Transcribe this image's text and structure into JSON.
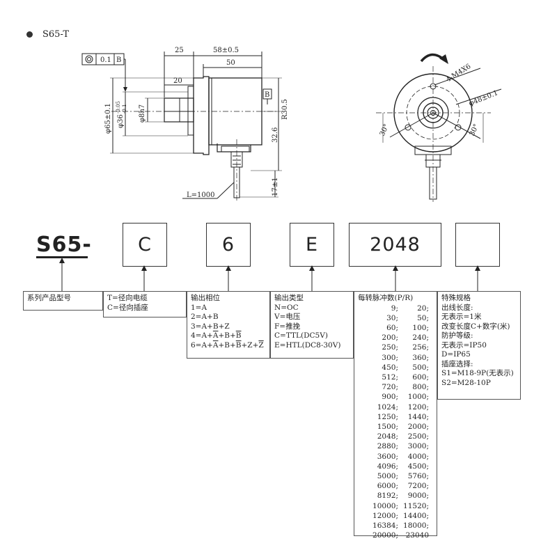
{
  "model": "S65-T",
  "side_view": {
    "tolerance_frame": "0.1",
    "datum_b": "B",
    "dim_25": "25",
    "dim_58": "58±0.5",
    "dim_50": "50",
    "dim_20": "20",
    "dim_d65": "φ65±0.1",
    "dim_d36": "φ36",
    "dim_d36_tol_upper": "-0.05",
    "dim_d36_tol_lower": "-0.1",
    "dim_d8h7": "φ8h7",
    "dim_r30": "R30.5",
    "dim_32": "32.6",
    "dim_17": "17±1",
    "cable_len": "L=1000"
  },
  "front_view": {
    "thread": "4-M4X6",
    "pcd": "φ48±0.1",
    "angle_left": "30°",
    "angle_right": "30°"
  },
  "code": {
    "prefix": "S65-",
    "boxes": [
      "C",
      "6",
      "E",
      "2048",
      ""
    ]
  },
  "desc": {
    "series": {
      "title": "系列产品型号"
    },
    "outlet": {
      "lines": [
        "T=径向电缆",
        "C=径向插座"
      ]
    },
    "phase": {
      "title": "输出相位",
      "l1": "1=A",
      "l2": "2=A+B",
      "l3": "3=A+B+Z",
      "l4_pre": "4=A+",
      "l4_a": "A",
      "l4_mid": "+B+",
      "l4_b": "B",
      "l6_pre": "6=A+",
      "l6_a": "A",
      "l6_mid1": "+B+",
      "l6_b": "B",
      "l6_mid2": "+Z+",
      "l6_z": "Z"
    },
    "output": {
      "lines": [
        "输出类型",
        "N=OC",
        "V=电压",
        "F=推挽",
        "C=TTL(DC5V)",
        "E=HTL(DC8-30V)"
      ]
    },
    "ppr": {
      "title": "每转脉冲数(P/R)",
      "rows": [
        [
          "9;",
          "20;"
        ],
        [
          "30;",
          "50;"
        ],
        [
          "60;",
          "100;"
        ],
        [
          "200;",
          "240;"
        ],
        [
          "250;",
          "256;"
        ],
        [
          "300;",
          "360;"
        ],
        [
          "450;",
          "500;"
        ],
        [
          "512;",
          "600;"
        ],
        [
          "720;",
          "800;"
        ],
        [
          "900;",
          "1000;"
        ],
        [
          "1024;",
          "1200;"
        ],
        [
          "1250;",
          "1440;"
        ],
        [
          "1500;",
          "2000;"
        ],
        [
          "2048;",
          "2500;"
        ],
        [
          "2880;",
          "3000;"
        ],
        [
          "3600;",
          "4000;"
        ],
        [
          "4096;",
          "4500;"
        ],
        [
          "5000;",
          "5760;"
        ],
        [
          "6000;",
          "7200;"
        ],
        [
          "8192;",
          "9000;"
        ],
        [
          "10000;",
          "11520;"
        ],
        [
          "12000;",
          "14400;"
        ],
        [
          "16384;",
          "18000;"
        ],
        [
          "20000;",
          "23040"
        ]
      ]
    },
    "special": {
      "lines": [
        "特殊规格",
        "出线长度:",
        "无表示=1米",
        "改变长度C+数字(米)",
        "防护等级:",
        "无表示=IP50",
        "D=IP65",
        "插座选择:",
        "S1=M18-9P(无表示)",
        "S2=M28-10P"
      ]
    }
  }
}
